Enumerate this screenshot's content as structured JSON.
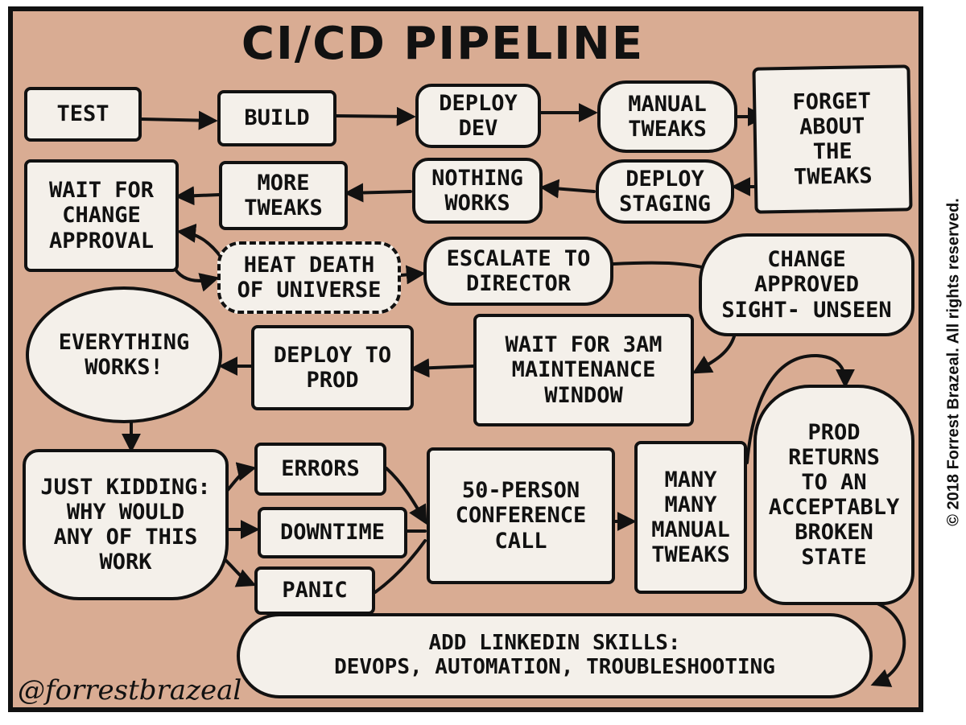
{
  "title": "CI/CD PIPELINE",
  "nodes": {
    "test": "TEST",
    "build": "BUILD",
    "deploy_dev": "DEPLOY\nDEV",
    "manual_tweaks": "MANUAL\nTWEAKS",
    "forget_tweaks": "FORGET\nABOUT\nTHE\nTWEAKS",
    "deploy_staging": "DEPLOY\nSTAGING",
    "nothing_works": "NOTHING\nWORKS",
    "more_tweaks": "MORE\nTWEAKS",
    "wait_change_approval": "WAIT FOR\nCHANGE\nAPPROVAL",
    "heat_death": "HEAT DEATH\nOF UNIVERSE",
    "escalate_director": "ESCALATE TO\nDIRECTOR",
    "change_approved": "CHANGE\nAPPROVED\nSIGHT- UNSEEN",
    "wait_3am": "WAIT FOR 3AM\nMAINTENANCE\nWINDOW",
    "deploy_prod": "DEPLOY TO\nPROD",
    "everything_works": "EVERYTHING\nWORKS!",
    "just_kidding": "JUST KIDDING:\nWHY WOULD\nANY OF THIS\nWORK",
    "errors": "ERRORS",
    "downtime": "DOWNTIME",
    "panic": "PANIC",
    "conference_call": "50-PERSON\nCONFERENCE\nCALL",
    "many_manual_tweaks": "MANY\nMANY\nMANUAL\nTWEAKS",
    "prod_returns": "PROD\nRETURNS\nTO AN\nACCEPTABLY\nBROKEN\nSTATE",
    "linkedin_skills": "ADD LINKEDIN SKILLS:\nDEVOPS, AUTOMATION, TROUBLESHOOTING"
  },
  "signature": "@forrestbrazeal",
  "copyright": "© 2018 Forrest Brazeal. All rights reserved.",
  "colors": {
    "background": "#d9ac93",
    "box_fill": "#f4f0ea",
    "ink": "#111111"
  }
}
